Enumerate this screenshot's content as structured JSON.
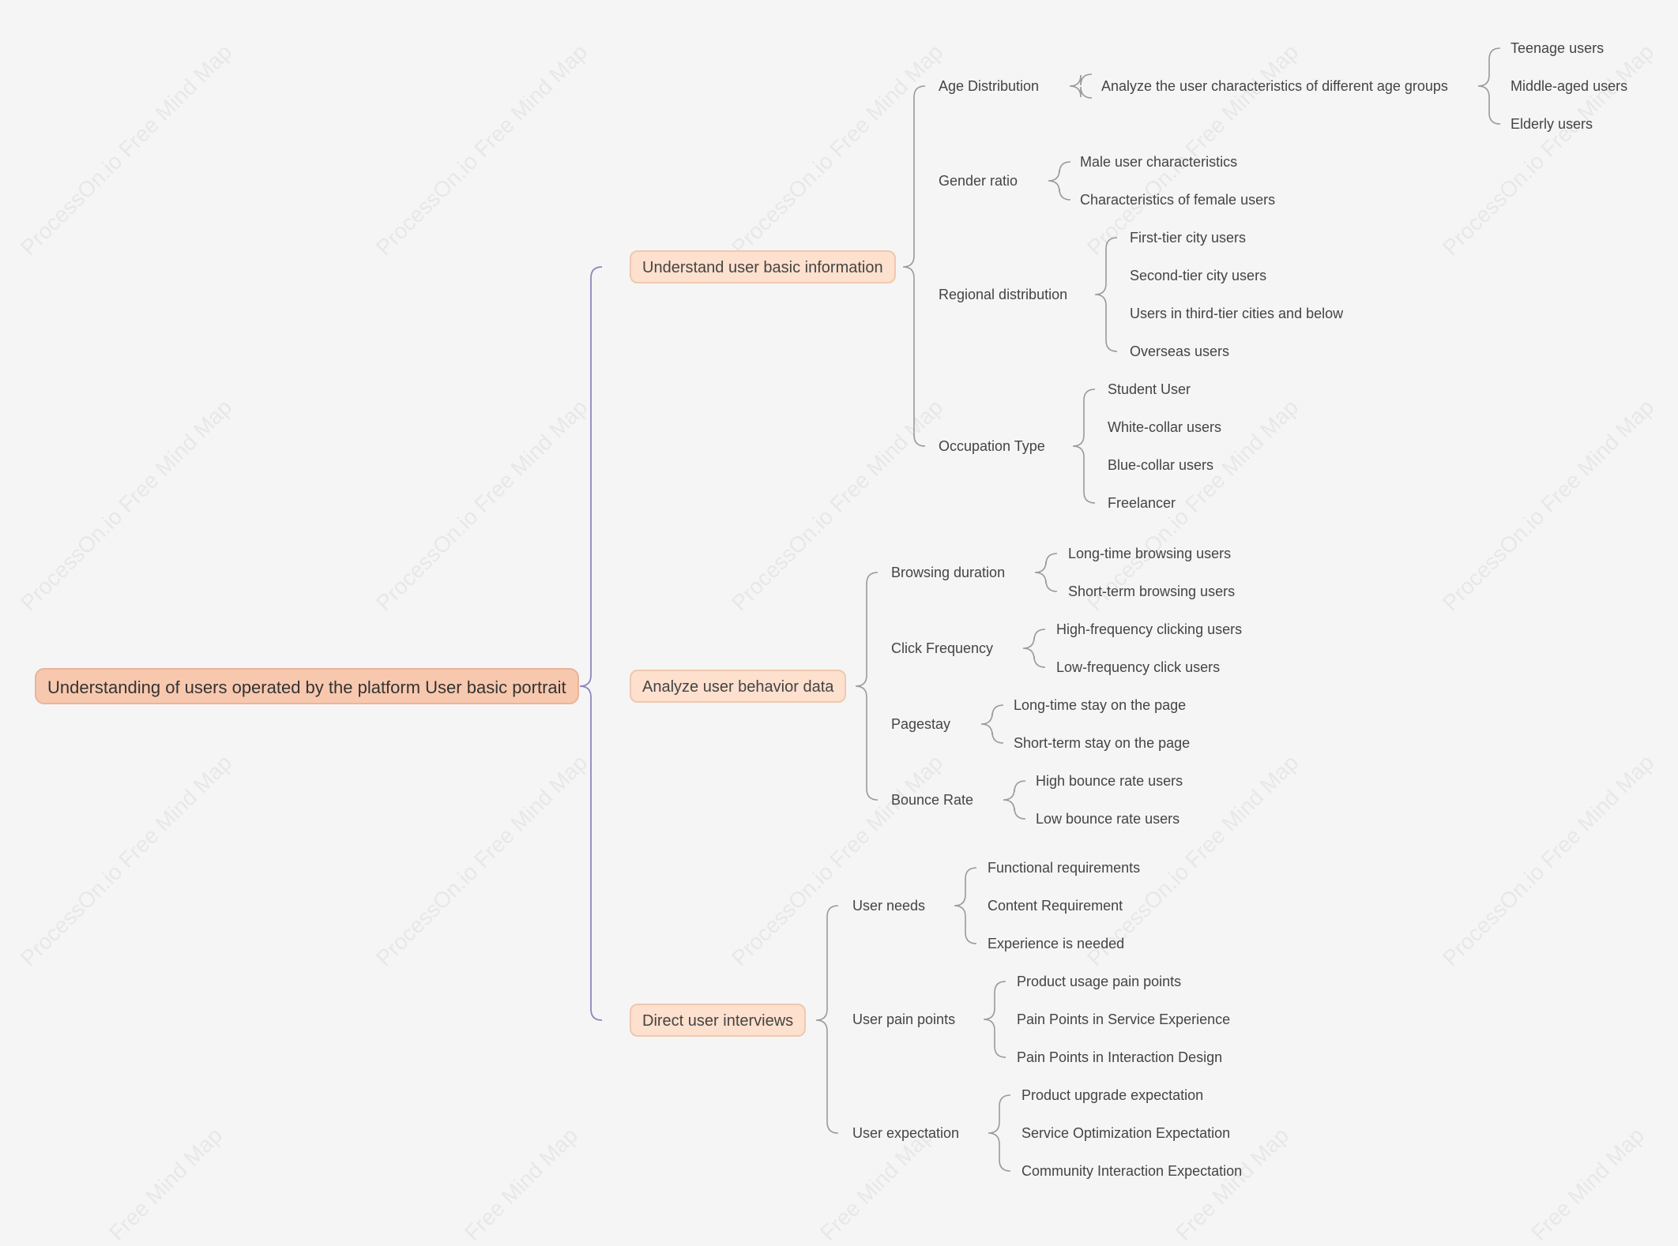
{
  "watermark": {
    "full": "ProcessOn.io Free Mind Map",
    "short": "Free Mind Map"
  },
  "colors": {
    "background": "#f5f5f5",
    "root_fill": "#f8c8ae",
    "branch_fill": "#fde0cd",
    "main_connector": "#8e87bd",
    "sub_connector": "#9a9a9a"
  },
  "mindmap": {
    "root": "Understanding of users operated by the platform User basic portrait",
    "branches": [
      {
        "label": "Understand user basic information",
        "topics": [
          {
            "label": "Age Distribution",
            "subtopics": [
              {
                "label": "Analyze the user characteristics of different age groups",
                "items": [
                  "Teenage users",
                  "Middle-aged users",
                  "Elderly users"
                ]
              }
            ]
          },
          {
            "label": "Gender ratio",
            "items": [
              "Male user characteristics",
              "Characteristics of female users"
            ]
          },
          {
            "label": "Regional distribution",
            "items": [
              "First-tier city users",
              "Second-tier city users",
              "Users in third-tier cities and below",
              "Overseas users"
            ]
          },
          {
            "label": "Occupation Type",
            "items": [
              "Student User",
              "White-collar users",
              "Blue-collar users",
              "Freelancer"
            ]
          }
        ]
      },
      {
        "label": "Analyze user behavior data",
        "topics": [
          {
            "label": "Browsing duration",
            "items": [
              "Long-time browsing users",
              "Short-term browsing users"
            ]
          },
          {
            "label": "Click Frequency",
            "items": [
              "High-frequency clicking users",
              "Low-frequency click users"
            ]
          },
          {
            "label": "Pagestay",
            "items": [
              "Long-time stay on the page",
              "Short-term stay on the page"
            ]
          },
          {
            "label": "Bounce Rate",
            "items": [
              "High bounce rate users",
              "Low bounce rate users"
            ]
          }
        ]
      },
      {
        "label": "Direct user interviews",
        "topics": [
          {
            "label": "User needs",
            "items": [
              "Functional requirements",
              "Content Requirement",
              "Experience is needed"
            ]
          },
          {
            "label": "User pain points",
            "items": [
              "Product usage pain points",
              "Pain Points in Service Experience",
              "Pain Points in Interaction Design"
            ]
          },
          {
            "label": "User expectation",
            "items": [
              "Product upgrade expectation",
              "Service Optimization Expectation",
              "Community Interaction Expectation"
            ]
          }
        ]
      }
    ]
  }
}
